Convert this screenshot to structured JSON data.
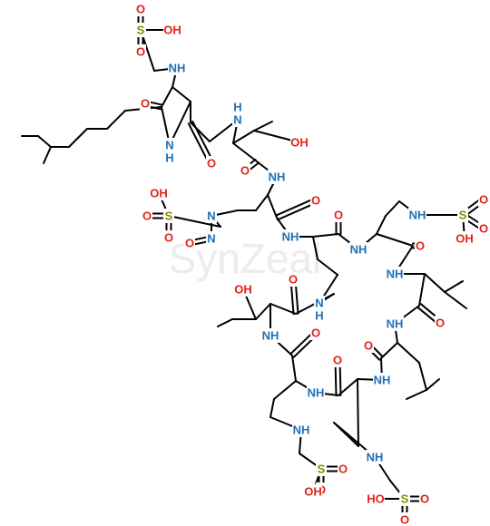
{
  "watermark": "SynZeal",
  "colors": {
    "bond": "#000000",
    "oxygen": "#e1221a",
    "nitrogen": "#1f6fb5",
    "sulfur": "#8a8a00",
    "carbon": "#000000"
  },
  "atoms": [
    {
      "id": "s1",
      "text": "S",
      "el": "S"
    },
    {
      "id": "o1a",
      "text": "O",
      "el": "O"
    },
    {
      "id": "o1b",
      "text": "O",
      "el": "O"
    },
    {
      "id": "oh1",
      "text": "OH",
      "el": "O"
    },
    {
      "id": "nh1",
      "text": "NH",
      "el": "N"
    },
    {
      "id": "o2",
      "text": "O",
      "el": "O"
    },
    {
      "id": "nh2",
      "text": "N",
      "el": "N"
    },
    {
      "id": "h2",
      "text": "H",
      "el": "N"
    },
    {
      "id": "o3",
      "text": "O",
      "el": "O"
    },
    {
      "id": "nh3",
      "text": "N",
      "el": "N"
    },
    {
      "id": "h3",
      "text": "H",
      "el": "N"
    },
    {
      "id": "oh2",
      "text": "OH",
      "el": "O"
    },
    {
      "id": "o4",
      "text": "O",
      "el": "O"
    },
    {
      "id": "nh4",
      "text": "NH",
      "el": "N"
    },
    {
      "id": "oh3",
      "text": "OH",
      "el": "O"
    },
    {
      "id": "s2",
      "text": "S",
      "el": "S"
    },
    {
      "id": "o5a",
      "text": "O",
      "el": "O"
    },
    {
      "id": "o5b",
      "text": "O",
      "el": "O"
    },
    {
      "id": "n5",
      "text": "N",
      "el": "N"
    },
    {
      "id": "no",
      "text": "N",
      "el": "N"
    },
    {
      "id": "no_o",
      "text": "O",
      "el": "O"
    },
    {
      "id": "o6",
      "text": "O",
      "el": "O"
    },
    {
      "id": "nh6",
      "text": "NH",
      "el": "N"
    },
    {
      "id": "o7",
      "text": "O",
      "el": "O"
    },
    {
      "id": "nh7",
      "text": "NH",
      "el": "N"
    },
    {
      "id": "nh8",
      "text": "NH",
      "el": "N"
    },
    {
      "id": "s3",
      "text": "S",
      "el": "S"
    },
    {
      "id": "o8a",
      "text": "O",
      "el": "O"
    },
    {
      "id": "o8b",
      "text": "O",
      "el": "O"
    },
    {
      "id": "oh4",
      "text": "OH",
      "el": "O"
    },
    {
      "id": "o9",
      "text": "O",
      "el": "O"
    },
    {
      "id": "nh9",
      "text": "NH",
      "el": "N"
    },
    {
      "id": "ohb",
      "text": "OH",
      "el": "O"
    },
    {
      "id": "o10",
      "text": "O",
      "el": "O"
    },
    {
      "id": "nring",
      "text": "N",
      "el": "N"
    },
    {
      "id": "hring",
      "text": "H",
      "el": "N"
    },
    {
      "id": "o11",
      "text": "O",
      "el": "O"
    },
    {
      "id": "nh11",
      "text": "NH",
      "el": "N"
    },
    {
      "id": "nh12",
      "text": "NH",
      "el": "N"
    },
    {
      "id": "o12",
      "text": "O",
      "el": "O"
    },
    {
      "id": "nh13",
      "text": "NH",
      "el": "N"
    },
    {
      "id": "o13",
      "text": "O",
      "el": "O"
    },
    {
      "id": "nh14",
      "text": "NH",
      "el": "N"
    },
    {
      "id": "o14",
      "text": "O",
      "el": "O"
    },
    {
      "id": "nh15",
      "text": "NH",
      "el": "N"
    },
    {
      "id": "nh16",
      "text": "NH",
      "el": "N"
    },
    {
      "id": "s4",
      "text": "S",
      "el": "S"
    },
    {
      "id": "o16a",
      "text": "O",
      "el": "O"
    },
    {
      "id": "o16b",
      "text": "O",
      "el": "O"
    },
    {
      "id": "oh5",
      "text": "OH",
      "el": "O"
    },
    {
      "id": "nh17",
      "text": "NH",
      "el": "N"
    },
    {
      "id": "s5",
      "text": "S",
      "el": "S"
    },
    {
      "id": "o17a",
      "text": "O",
      "el": "O"
    },
    {
      "id": "o17b",
      "text": "O",
      "el": "O"
    },
    {
      "id": "hoS",
      "text": "HO",
      "el": "O"
    }
  ]
}
